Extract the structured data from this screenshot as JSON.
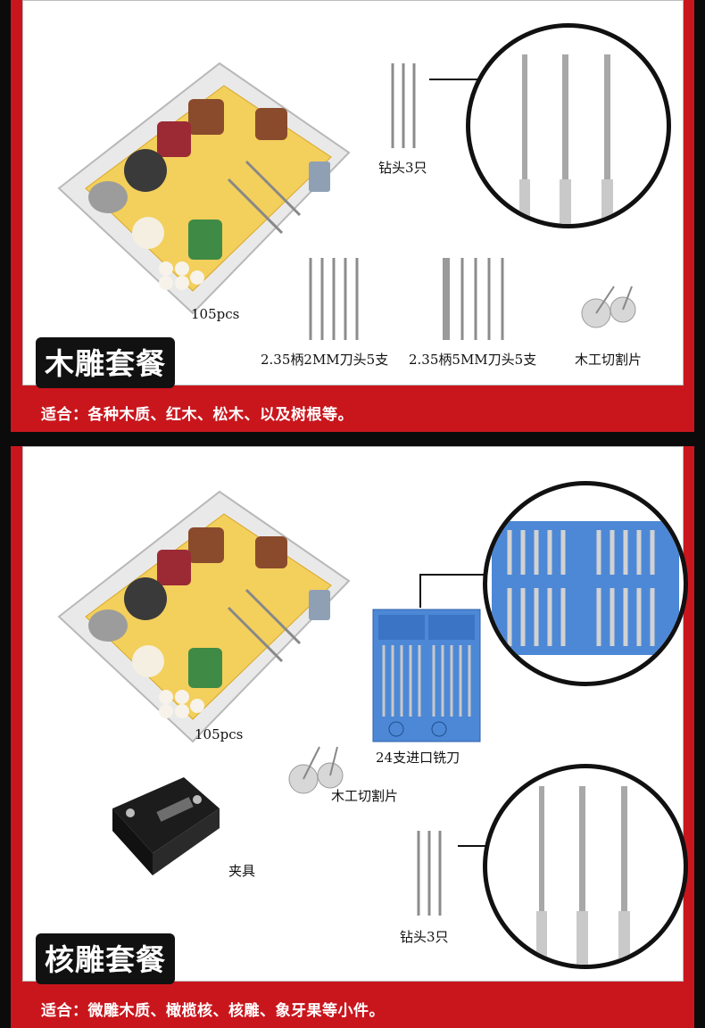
{
  "wood": {
    "badge": "木雕套餐",
    "suitable": "适合：各种木质、红木、松木、以及树根等。",
    "kit_count": "105pcs",
    "drill_label": "钻头3只",
    "cutter_2mm": "2.35柄2MM刀头5支",
    "cutter_5mm": "2.35柄5MM刀头5支",
    "saw_label": "木工切割片"
  },
  "nut": {
    "badge": "核雕套餐",
    "suitable": "适合：微雕木质、橄榄核、核雕、象牙果等小件。",
    "kit_count": "105pcs",
    "mill_label": "24支进口铣刀",
    "saw_label": "木工切割片",
    "clamp_label": "夹具",
    "drill_label": "钻头3只"
  },
  "colors": {
    "red": "#c9161d",
    "black": "#111111",
    "kit_yellow": "#f3cf5c",
    "box_blue": "#4d88d6"
  },
  "icons": [
    "kit-tray-image",
    "drill-bit-icon",
    "cutter-icon",
    "saw-disc-icon",
    "mill-box-icon",
    "clamp-icon"
  ]
}
